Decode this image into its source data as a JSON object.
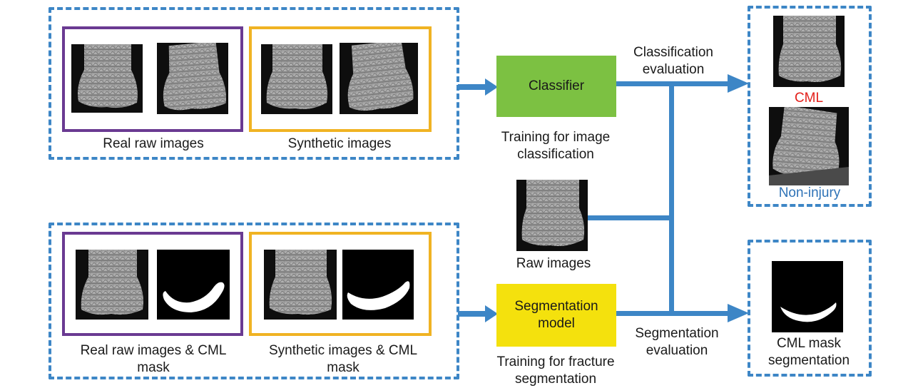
{
  "top_group": {
    "real_label": "Real raw images",
    "synthetic_label": "Synthetic images"
  },
  "bottom_group": {
    "real_label": "Real raw images & CML mask",
    "synthetic_label": "Synthetic images & CML mask"
  },
  "classifier": {
    "label": "Classifier",
    "caption": "Training for image classification",
    "color": "#7cc142"
  },
  "segmentation": {
    "label": "Segmentation model",
    "caption": "Training for fracture segmentation",
    "color": "#f4e10d"
  },
  "raw_images_label": "Raw images",
  "classification_eval_label": "Classification evaluation",
  "segmentation_eval_label": "Segmentation evaluation",
  "outputs": {
    "cml_label": "CML",
    "cml_color": "#e3201b",
    "non_injury_label": "Non-injury",
    "non_injury_color": "#2f73b7",
    "mask_label": "CML mask segmentation"
  },
  "colors": {
    "dashed_border": "#3d86c6",
    "real_frame": "#6a3a92",
    "synthetic_frame": "#f0b323",
    "arrow": "#3d86c6"
  }
}
